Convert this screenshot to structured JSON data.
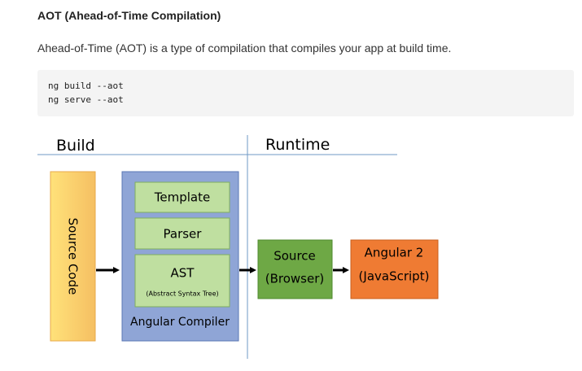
{
  "heading": "AOT (Ahead-of-Time Compilation)",
  "paragraph": "Ahead-of-Time (AOT) is a type of compilation that compiles your app at build time.",
  "code_lines": [
    "ng build --aot",
    "ng serve --aot"
  ],
  "diagram": {
    "build_label": "Build",
    "runtime_label": "Runtime",
    "source_code_label": "Source Code",
    "compiler": {
      "template": "Template",
      "parser": "Parser",
      "ast": "AST",
      "ast_full": "(Abstract Syntax Tree)",
      "name": "Angular Compiler"
    },
    "source_browser": [
      "Source",
      "(Browser)"
    ],
    "angular2": [
      "Angular 2",
      "(JavaScript)"
    ],
    "colors": {
      "source_code_gradient": [
        "#ffe27a",
        "#f5bf62"
      ],
      "compiler_bg": "#8fa5d6",
      "compiler_item": "#bfdfa0",
      "source_browser": "#6ea845",
      "angular2": "#ef7b33",
      "divider": "#6f9ac6"
    }
  }
}
